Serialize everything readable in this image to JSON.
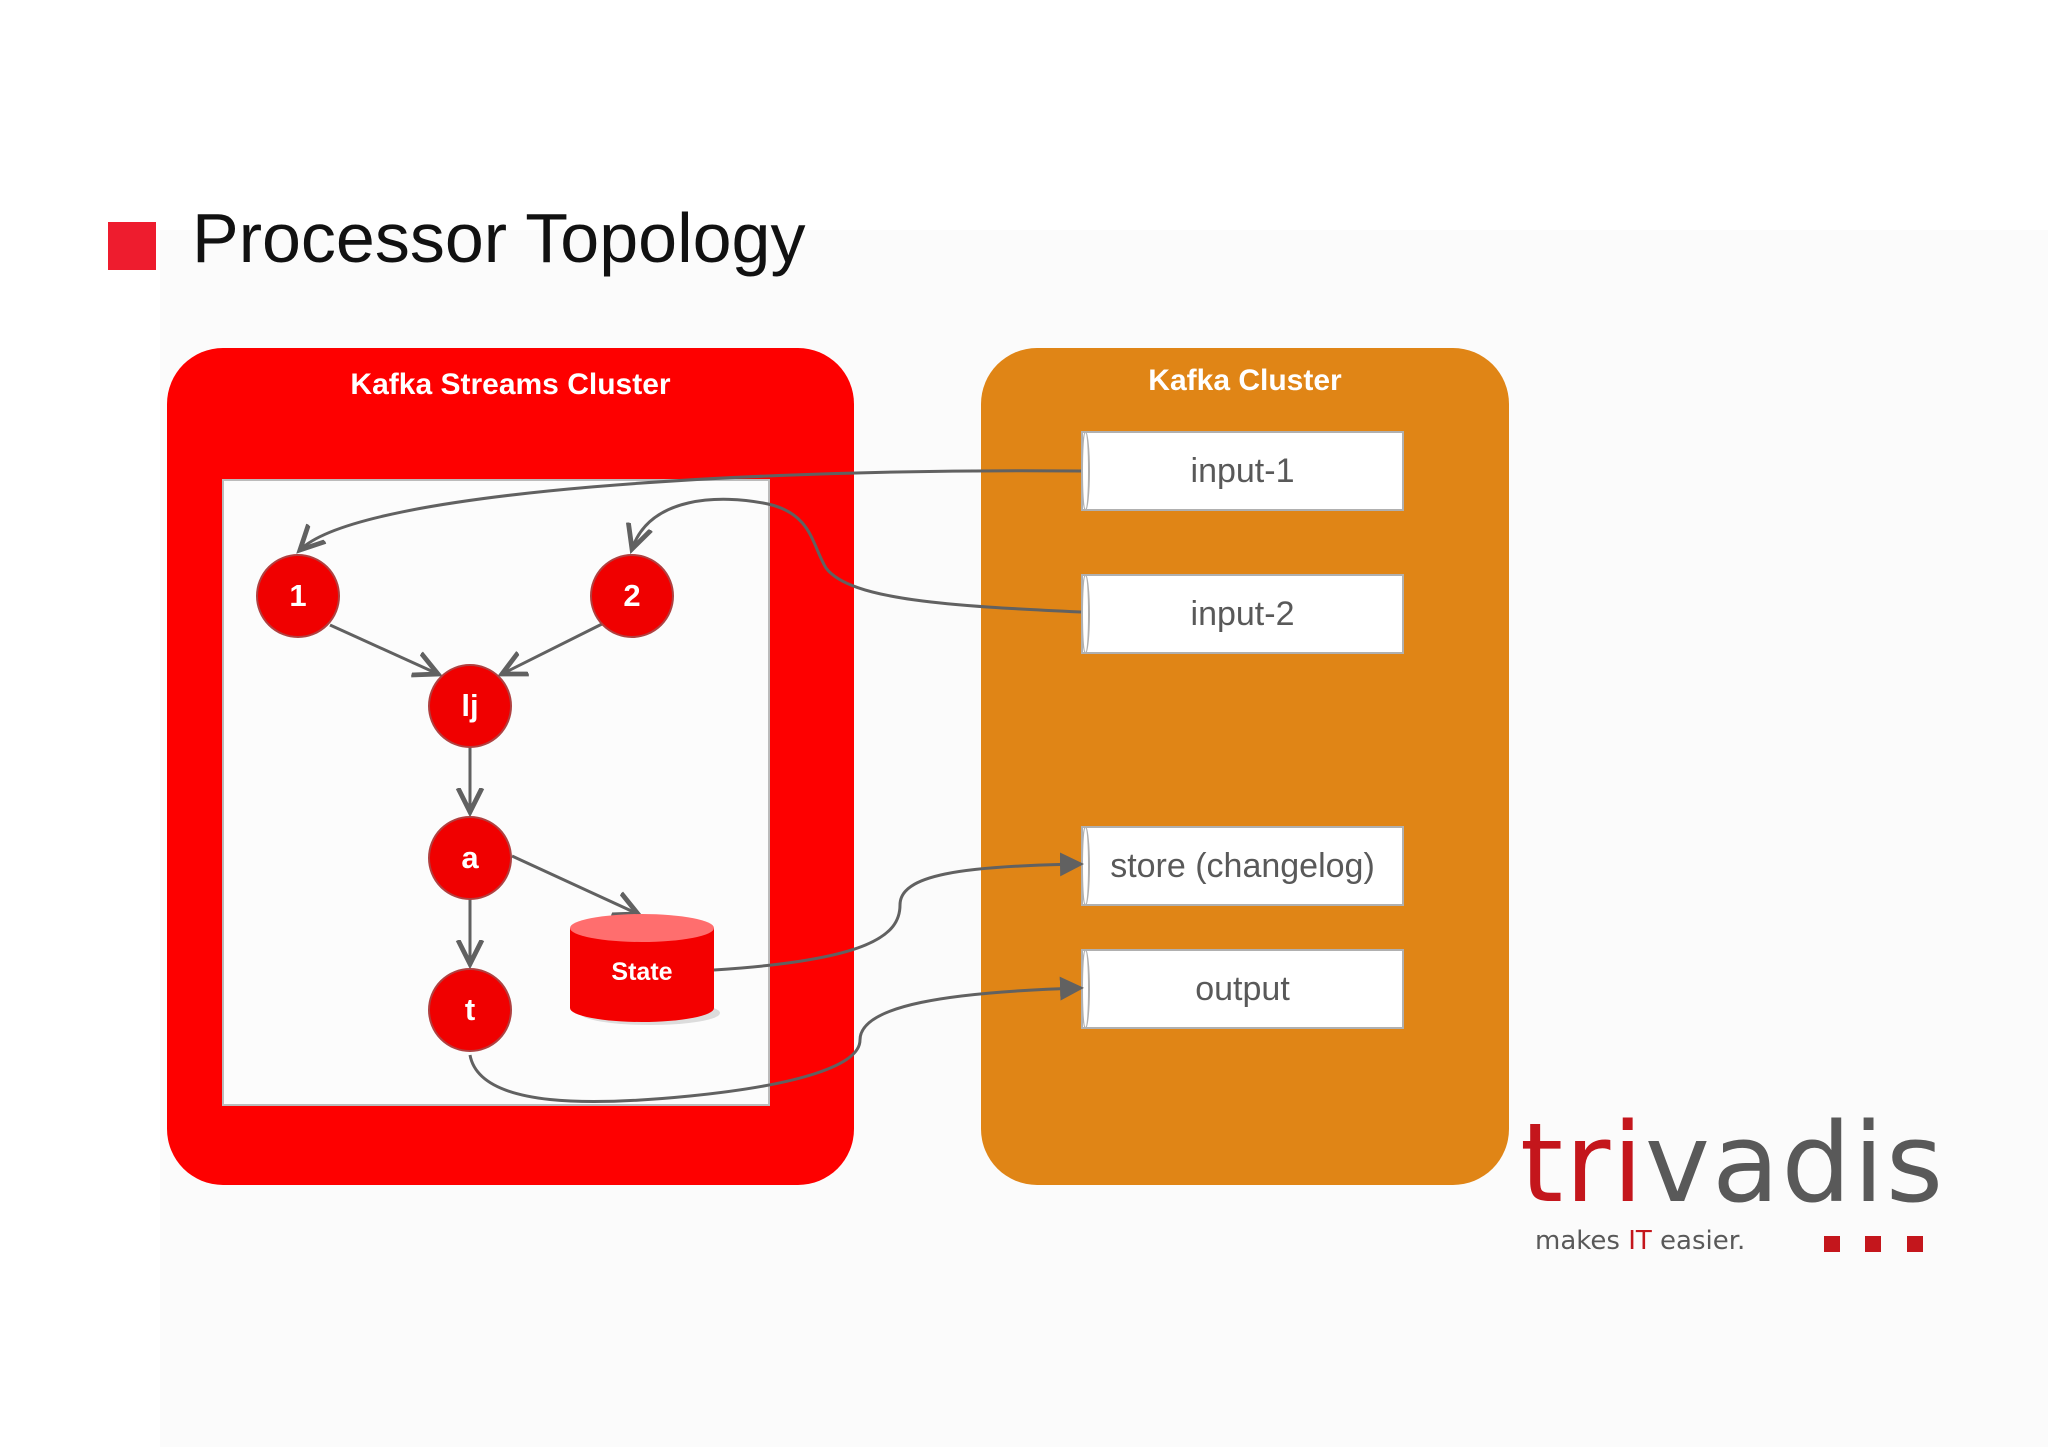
{
  "slide": {
    "title": "Processor Topology"
  },
  "streams_cluster": {
    "title": "Kafka Streams Cluster",
    "nodes": [
      "1",
      "2",
      "lj",
      "a",
      "t"
    ],
    "state_store": "State",
    "color": "#fe0000"
  },
  "kafka_cluster": {
    "title": "Kafka Cluster",
    "topics": [
      "input-1",
      "input-2",
      "store (changelog)",
      "output"
    ],
    "color": "#e08516"
  },
  "logo": {
    "wordmark_accent": "tri",
    "wordmark_rest": "vadis",
    "tagline_start": "makes ",
    "tagline_accent": "IT",
    "tagline_end": " easier.",
    "accent_color": "#c4161c"
  }
}
